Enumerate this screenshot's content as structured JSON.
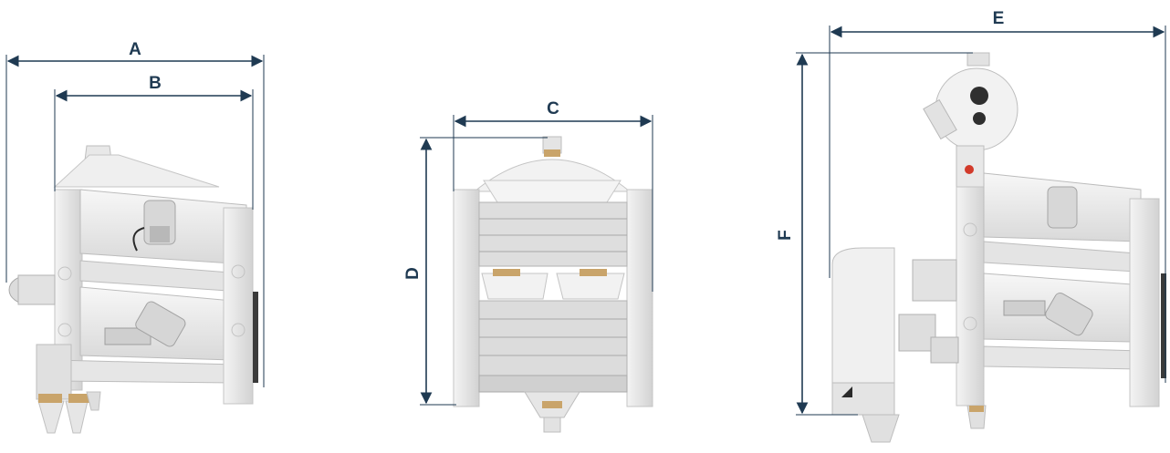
{
  "colors": {
    "dimension": "#1f3a52",
    "machine_body": "#eeeeee",
    "machine_shadow": "#c9c9c9",
    "machine_dark": "#3a3a3a",
    "accent_red": "#d23a2a",
    "brass": "#c9a46a"
  },
  "views": {
    "side": {
      "width_outer_label": "A",
      "width_inner_label": "B"
    },
    "front": {
      "width_label": "C",
      "height_label": "D"
    },
    "aspirator_side": {
      "width_label": "E",
      "height_label": "F"
    }
  }
}
